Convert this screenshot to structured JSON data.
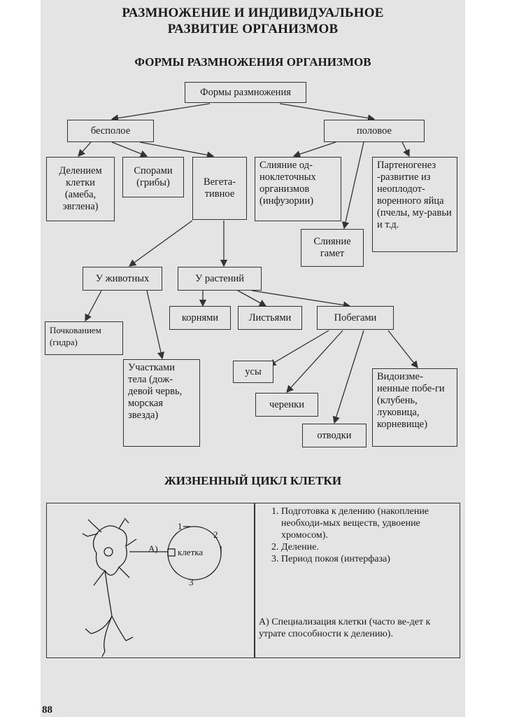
{
  "header": {
    "line1": "РАЗМНОЖЕНИЕ И ИНДИВИДУАЛЬНОЕ",
    "line2": "РАЗВИТИЕ ОРГАНИЗМОВ",
    "section1": "ФОРМЫ РАЗМНОЖЕНИЯ ОРГАНИЗМОВ",
    "section2": "ЖИЗНЕННЫЙ ЦИКЛ КЛЕТКИ"
  },
  "diagram": {
    "root": "Формы размножения",
    "asexual": "бесполое",
    "sexual": "половое",
    "division": "Делением клетки (амеба, эвглена)",
    "spores": "Спорами (грибы)",
    "vegetative": "Вегета-тивное",
    "fusion_unicellular": "Слияние од-ноклеточных организмов (инфузории)",
    "parthenogenesis": "Партеногенез -развитие из неоплодот-воренного яйца (пчелы, му-равьи и т.д.",
    "gamete_fusion": "Слияние гамет",
    "animals": "У животных",
    "plants": "У растений",
    "budding": "Почкованием (гидра)",
    "body_parts": "Участками тела (дож-девой червь, морская звезда)",
    "roots": "корнями",
    "leaves": "Листьями",
    "shoots": "Побегами",
    "runners": "усы",
    "cuttings": "черенки",
    "layers": "отводки",
    "modified_shoots": "Видоизме-ненные побе-ги (клубень, луковица, корневище)"
  },
  "cycle": {
    "cell_label": "клетка",
    "label_a": "А)",
    "label_1": "1",
    "label_2": "2",
    "label_3": "3",
    "items": [
      "Подготовка к делению (накопление необходи-мых веществ, удвоение хромосом).",
      "Деление.",
      "Период покоя (интерфаза)"
    ],
    "note": "А) Специализация клетки (часто ве-дет к утрате способности к делению)."
  },
  "page_number": "88"
}
